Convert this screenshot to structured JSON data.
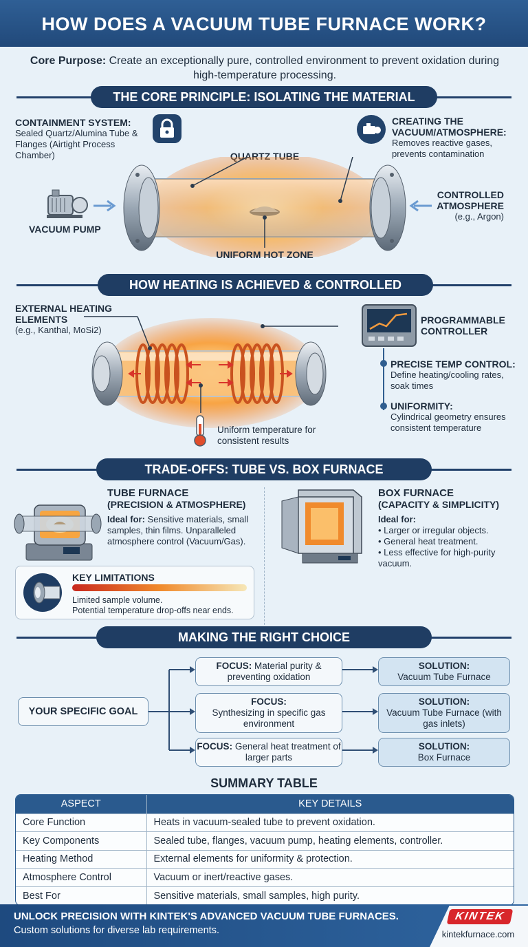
{
  "header": {
    "title": "HOW DOES A VACUUM TUBE FURNACE WORK?"
  },
  "purpose": {
    "label": "Core Purpose:",
    "text": "Create an exceptionally pure, controlled environment to prevent oxidation during high-temperature processing."
  },
  "section1": {
    "title": "THE CORE PRINCIPLE: ISOLATING THE MATERIAL",
    "containment_title": "CONTAINMENT SYSTEM:",
    "containment_text": "Sealed Quartz/Alumina Tube & Flanges (Airtight Process Chamber)",
    "vacuum_title": "CREATING THE VACUUM/ATMOSPHERE:",
    "vacuum_text": "Removes reactive gases, prevents contamination",
    "quartz_tube": "QUARTZ TUBE",
    "vacuum_pump": "VACUUM PUMP",
    "controlled_title": "CONTROLLED ATMOSPHERE",
    "controlled_text": "(e.g., Argon)",
    "hot_zone": "UNIFORM HOT ZONE"
  },
  "section2": {
    "title": "HOW HEATING IS ACHIEVED & CONTROLLED",
    "elements_title": "EXTERNAL HEATING ELEMENTS",
    "elements_text": "(e.g., Kanthal, MoSi2)",
    "controller": "PROGRAMMABLE CONTROLLER",
    "temp_title": "PRECISE TEMP CONTROL:",
    "temp_text": "Define heating/cooling rates, soak times",
    "uni_title": "UNIFORMITY:",
    "uni_text": "Cylindrical geometry ensures consistent temperature",
    "uniform_note": "Uniform temperature for consistent results"
  },
  "section3": {
    "title": "TRADE-OFFS: TUBE VS. BOX FURNACE",
    "tube_title": "TUBE FURNACE",
    "tube_sub": "(PRECISION & ATMOSPHERE)",
    "tube_ideal_label": "Ideal for:",
    "tube_ideal": "Sensitive materials, small samples, thin films. Unparalleled atmosphere control (Vacuum/Gas).",
    "box_title": "BOX FURNACE",
    "box_sub": "(CAPACITY & SIMPLICITY)",
    "box_ideal_label": "Ideal for:",
    "box_items": [
      "• Larger or irregular objects.",
      "• General heat treatment.",
      "• Less effective for high-purity vacuum."
    ],
    "limits_title": "KEY LIMITATIONS",
    "limits_1": "Limited sample volume.",
    "limits_2": "Potential temperature drop-offs near ends."
  },
  "section4": {
    "title": "MAKING THE RIGHT CHOICE",
    "goal": "YOUR SPECIFIC GOAL",
    "focus_label": "FOCUS:",
    "solution_label": "SOLUTION:",
    "focus1": "Material purity & preventing oxidation",
    "focus2": "Synthesizing in specific gas environment",
    "focus3": "General heat treatment of larger parts",
    "sol1": "Vacuum Tube Furnace",
    "sol2": "Vacuum Tube Furnace (with gas inlets)",
    "sol3": "Box Furnace"
  },
  "summary": {
    "title": "SUMMARY TABLE",
    "headers": [
      "ASPECT",
      "KEY DETAILS"
    ],
    "rows": [
      [
        "Core Function",
        "Heats in vacuum-sealed tube to prevent oxidation."
      ],
      [
        "Key Components",
        "Sealed tube, flanges, vacuum pump, heating elements, controller."
      ],
      [
        "Heating Method",
        "External elements for uniformity & protection."
      ],
      [
        "Atmosphere Control",
        "Vacuum or inert/reactive gases."
      ],
      [
        "Best For",
        "Sensitive materials, small samples, high purity."
      ]
    ]
  },
  "footer": {
    "line1": "UNLOCK PRECISION WITH KINTEK'S ADVANCED VACUUM TUBE FURNACES.",
    "line2": "Custom solutions for diverse lab requirements.",
    "brand": "KINTEK",
    "site": "kintekfurnace.com"
  },
  "colors": {
    "navy": "#1f3d63",
    "accent_blue": "#2a5a8e",
    "glow": "#f7a23a",
    "coil": "#d9622b"
  }
}
